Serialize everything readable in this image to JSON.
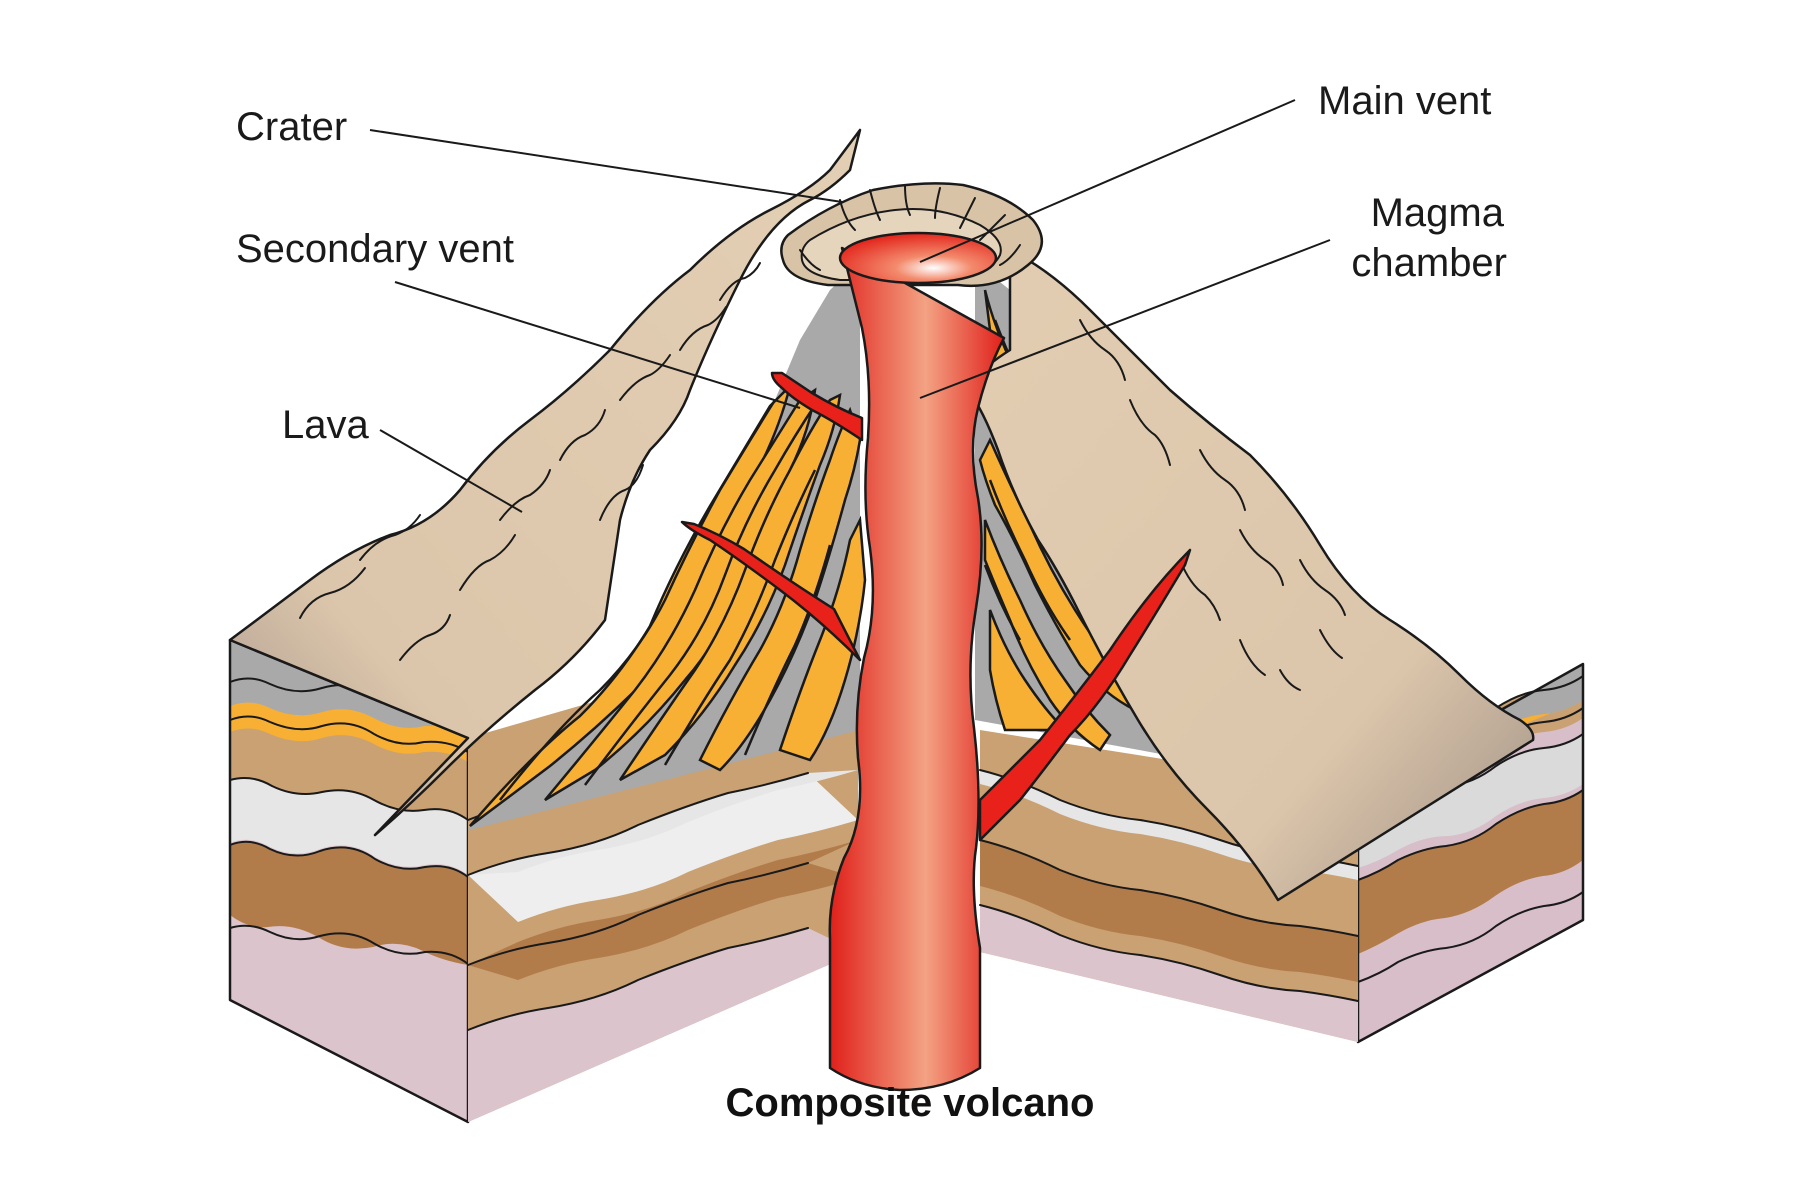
{
  "labels": {
    "crater": "Crater",
    "secondary_vent": "Secondary vent",
    "lava": "Lava",
    "main_vent": "Main vent",
    "magma_line1": "Magma",
    "magma_line2": "chamber"
  },
  "caption": "Composite volcano",
  "colors": {
    "cone_surface": "#e2cdb2",
    "cone_shadow": "#a8968a",
    "crater_rim": "#d8c3a7",
    "ash_layer": "#a9a9a9",
    "lava_layer": "#f7b034",
    "tan_layer": "#c9a173",
    "white_layer": "#eeeeee",
    "brown_layer": "#b27c4a",
    "pink_layer": "#dcc4cc",
    "magma": "#e8221b",
    "magma_highlight": "#f4a08a"
  }
}
